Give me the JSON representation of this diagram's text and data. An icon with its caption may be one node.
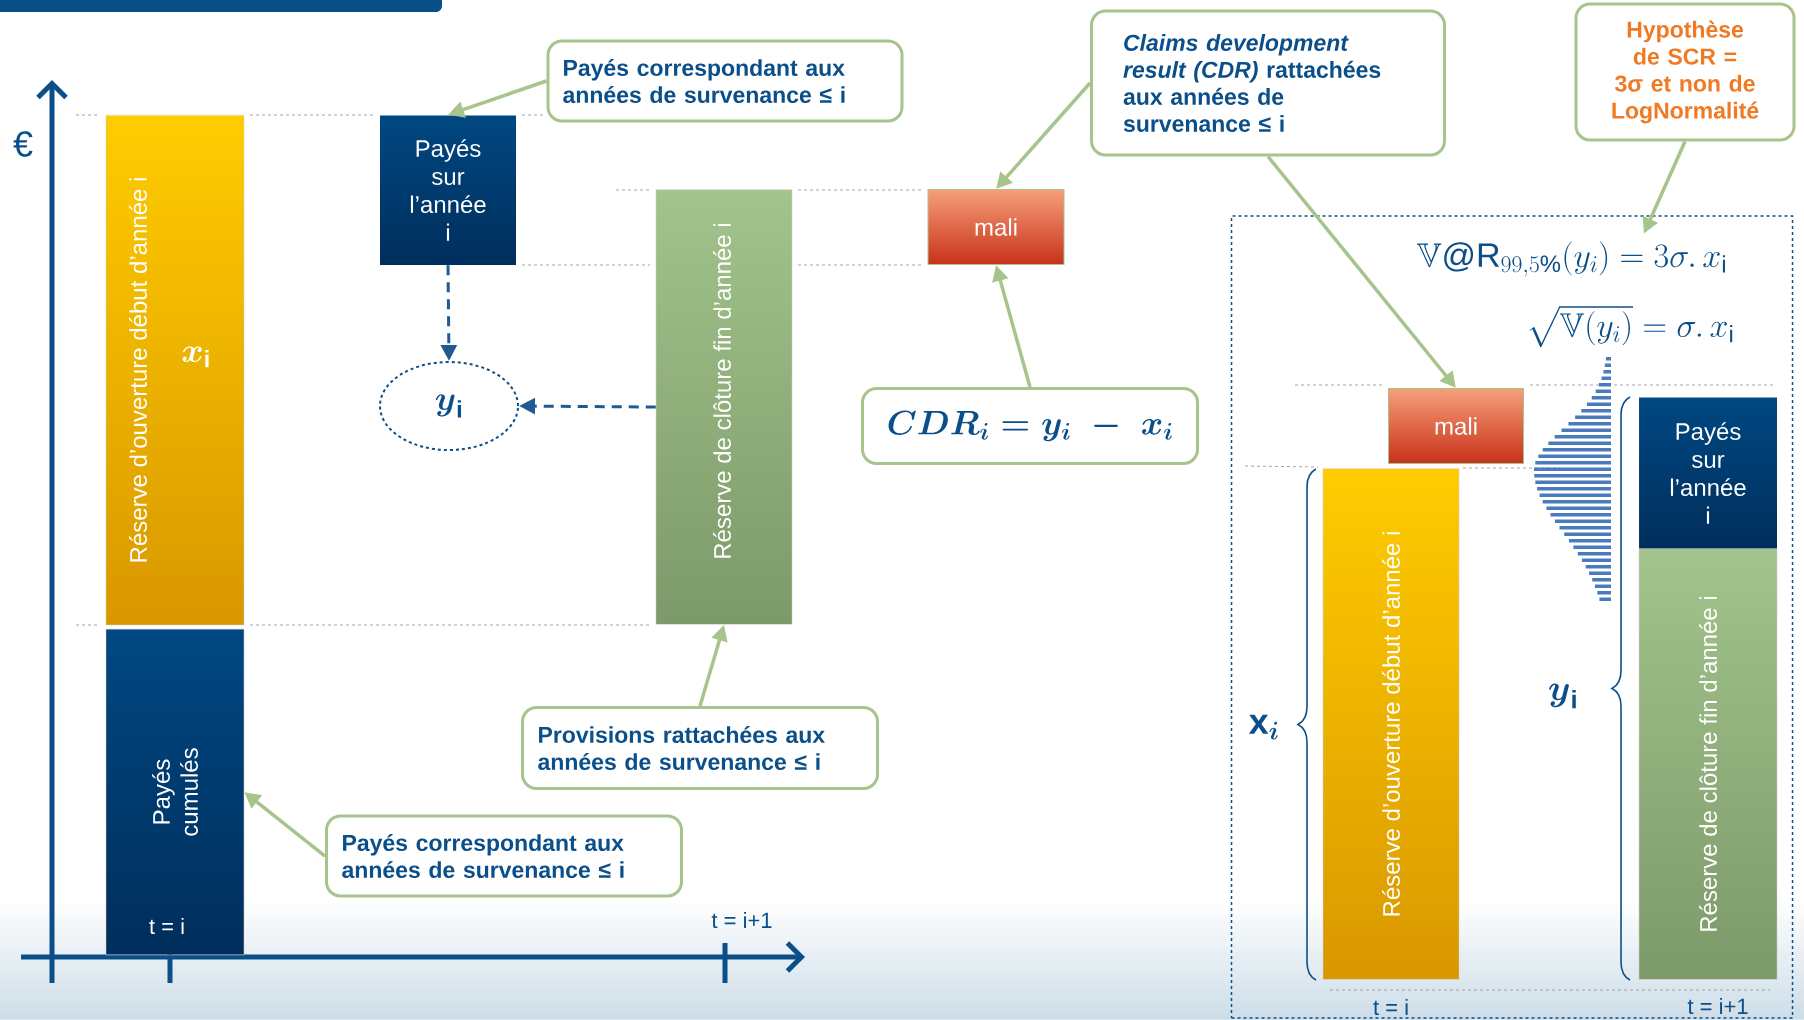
{
  "diagram": {
    "nodes": [
      {
        "text": [
          "Payés correspondant aux années de survenance  ≤ i"
        ]
      },
      {
        "text": [
          "*Claims development result (CDR)* rattachées aux années de survenance  ≤ i"
        ]
      },
      {
        "text": [
          "Hypothèse de SCR = 3σ et non de LogNormalité"
        ]
      },
      {
        "text": [
          "Réserve d’ouverture début d’année i",
          "\\boldsymbol{x}_{\\mathbf{i}}"
        ]
      },
      {
        "text": [
          "Payés sur l’année i"
        ]
      },
      {
        "text": [
          "Réserve de clôture fin d’année i"
        ]
      },
      {
        "text": [
          "mali"
        ]
      },
      {
        "text": [
          "\\boldsymbol{y}_{\\mathbf{i}}"
        ]
      },
      {
        "text": [
          "\\boldsymbol{CDR_i = y_i \\;-\\; x_i}"
        ]
      },
      {
        "text": [
          "Payés cumulés",
          "t = i"
        ]
      },
      {
        "text": [
          "Provisions rattachées aux années de survenance  ≤ i"
        ]
      },
      {
        "text": [
          "Payés correspondant aux années de survenance  ≤ i"
        ]
      },
      {
        "text": [],
        "shape": "box"
      },
      {
        "text": [
          "\\mathbb{V}@\\mathrm{R}_{99,5\\%}(y_i) = 3\\sigma.\\,x_{\\mathrm{i}}"
        ],
        "in": 12
      },
      {
        "text": [
          "mali"
        ],
        "in": 12
      },
      {
        "text": [
          "Réserve d’ouverture début d’année i"
        ],
        "in": 12,
        "beside": [
          "t = i"
        ]
      },
      {
        "text": [
          "Payés sur l’année i"
        ],
        "in": 12
      },
      {
        "text": [
          "Réserve de clôture fin d’année i"
        ],
        "in": 12,
        "beside": [
          "t = i+1"
        ]
      }
    ],
    "edges": [
      {
        "from": 0,
        "to": 4,
        "arrow": "to"
      },
      {
        "from": 4,
        "to": 7,
        "arrow": "to",
        "style": "dashed",
        "color": "#1f5a94"
      },
      {
        "from": 5,
        "to": 7,
        "arrow": "to",
        "style": "dashed",
        "color": "#1f5a94"
      },
      {
        "from": 1,
        "to": 6,
        "arrow": "to"
      },
      {
        "from": 8,
        "to": 6,
        "arrow": "to"
      },
      {
        "from": 1,
        "to": 14,
        "arrow": "to"
      },
      {
        "from": 2,
        "to": 13,
        "arrow": "to"
      },
      {
        "from": 10,
        "to": 5,
        "arrow": "to"
      },
      {
        "from": 11,
        "to": 9,
        "arrow": "to"
      }
    ],
    "labels": [
      "€",
      "t = i+1",
      "\\sqrt{\\mathbb{V}(y_i)} = \\sigma.\\,x_{\\mathrm{i}}",
      "\\mathbf{x}_{\\boldsymbol{i}}",
      "\\boldsymbol{y}_{\\mathbf{i}}"
    ]
  }
}
